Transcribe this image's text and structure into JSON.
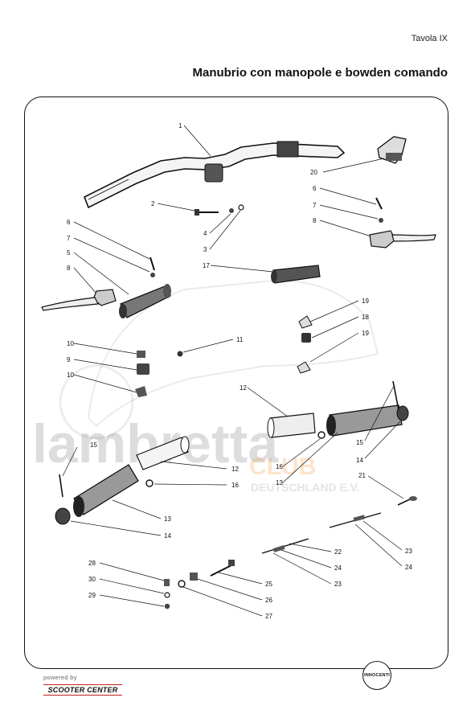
{
  "page": {
    "tavola": "Tavola IX",
    "title": "Manubrio con manopole e bowden comando"
  },
  "watermark": {
    "main": "lambretta",
    "club": "CLUB",
    "sub": "DEUTSCHLAND E.V."
  },
  "footer": {
    "powered_by": "powered by",
    "brand": "SCOOTER CENTER",
    "badge": "INNOCENTI"
  },
  "part_labels": {
    "p1": "1",
    "p2": "2",
    "p3": "3",
    "p4": "4",
    "p5": "5",
    "p6_left": "6",
    "p6_right": "6",
    "p7_left": "7",
    "p7_right": "7",
    "p8_left": "8",
    "p8_right": "8",
    "p9": "9",
    "p10_a": "10",
    "p10_b": "10",
    "p11": "11",
    "p12_a": "12",
    "p12_b": "12",
    "p13_a": "13",
    "p13_b": "13",
    "p14_a": "14",
    "p14_b": "14",
    "p15_a": "15",
    "p15_b": "15",
    "p16_a": "16",
    "p16_b": "16",
    "p17": "17",
    "p18": "18",
    "p19_a": "19",
    "p19_b": "19",
    "p20": "20",
    "p21": "21",
    "p22": "22",
    "p23_a": "23",
    "p23_b": "23",
    "p24_a": "24",
    "p24_b": "24",
    "p25": "25",
    "p26": "26",
    "p27": "27",
    "p28": "28",
    "p29": "29",
    "p30": "30"
  }
}
